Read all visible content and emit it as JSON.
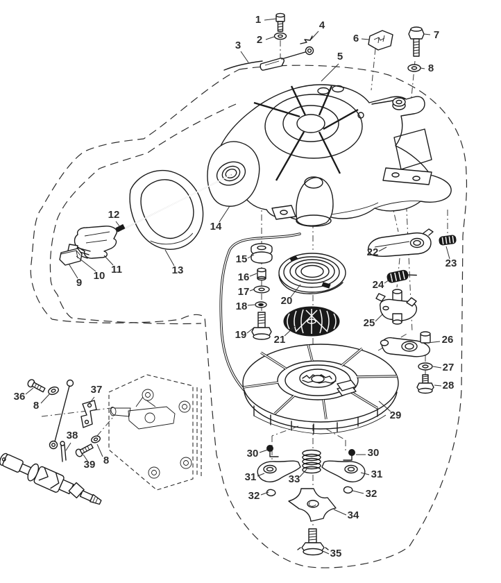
{
  "figure": {
    "type": "exploded-parts-diagram",
    "subject": "recoil starter assembly parts diagram",
    "background": "#ffffff",
    "ink_color": "#1a1a1a",
    "label_color": "#2d2d2d"
  },
  "callouts": {
    "c1": "1",
    "c2": "2",
    "c3": "3",
    "c4": "4",
    "c5": "5",
    "c6": "6",
    "c7": "7",
    "c8a": "8",
    "c9": "9",
    "c10": "10",
    "c11": "11",
    "c12": "12",
    "c13": "13",
    "c14": "14",
    "c15": "15",
    "c16": "16",
    "c17": "17",
    "c18": "18",
    "c19": "19",
    "c20": "20",
    "c21": "21",
    "c22": "22",
    "c23": "23",
    "c24": "24",
    "c25": "25",
    "c26": "26",
    "c27": "27",
    "c28": "28",
    "c29": "29",
    "c30a": "30",
    "c30b": "30",
    "c31a": "31",
    "c31b": "31",
    "c32a": "32",
    "c32b": "32",
    "c33": "33",
    "c34": "34",
    "c35": "35",
    "c36": "36",
    "c8b": "8",
    "c37": "37",
    "c38": "38",
    "c39": "39",
    "c8c": "8"
  }
}
